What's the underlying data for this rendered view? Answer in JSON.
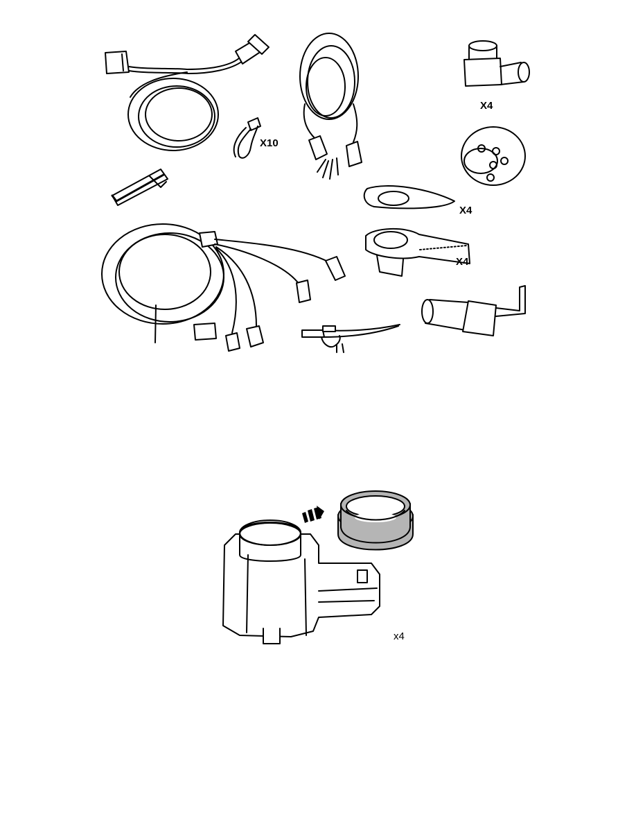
{
  "kit_illustration": {
    "labels": {
      "cable_ties_qty": "X10",
      "sensor_qty": "X4",
      "gasket_qty": "X4",
      "holder_qty": "X4"
    }
  },
  "sensor_illustration": {
    "labels": {
      "sensor_ring_qty": "x4"
    },
    "colors": {
      "ring_fill": "#b5b5b5",
      "line": "#000000",
      "part_fill": "#ffffff"
    }
  }
}
